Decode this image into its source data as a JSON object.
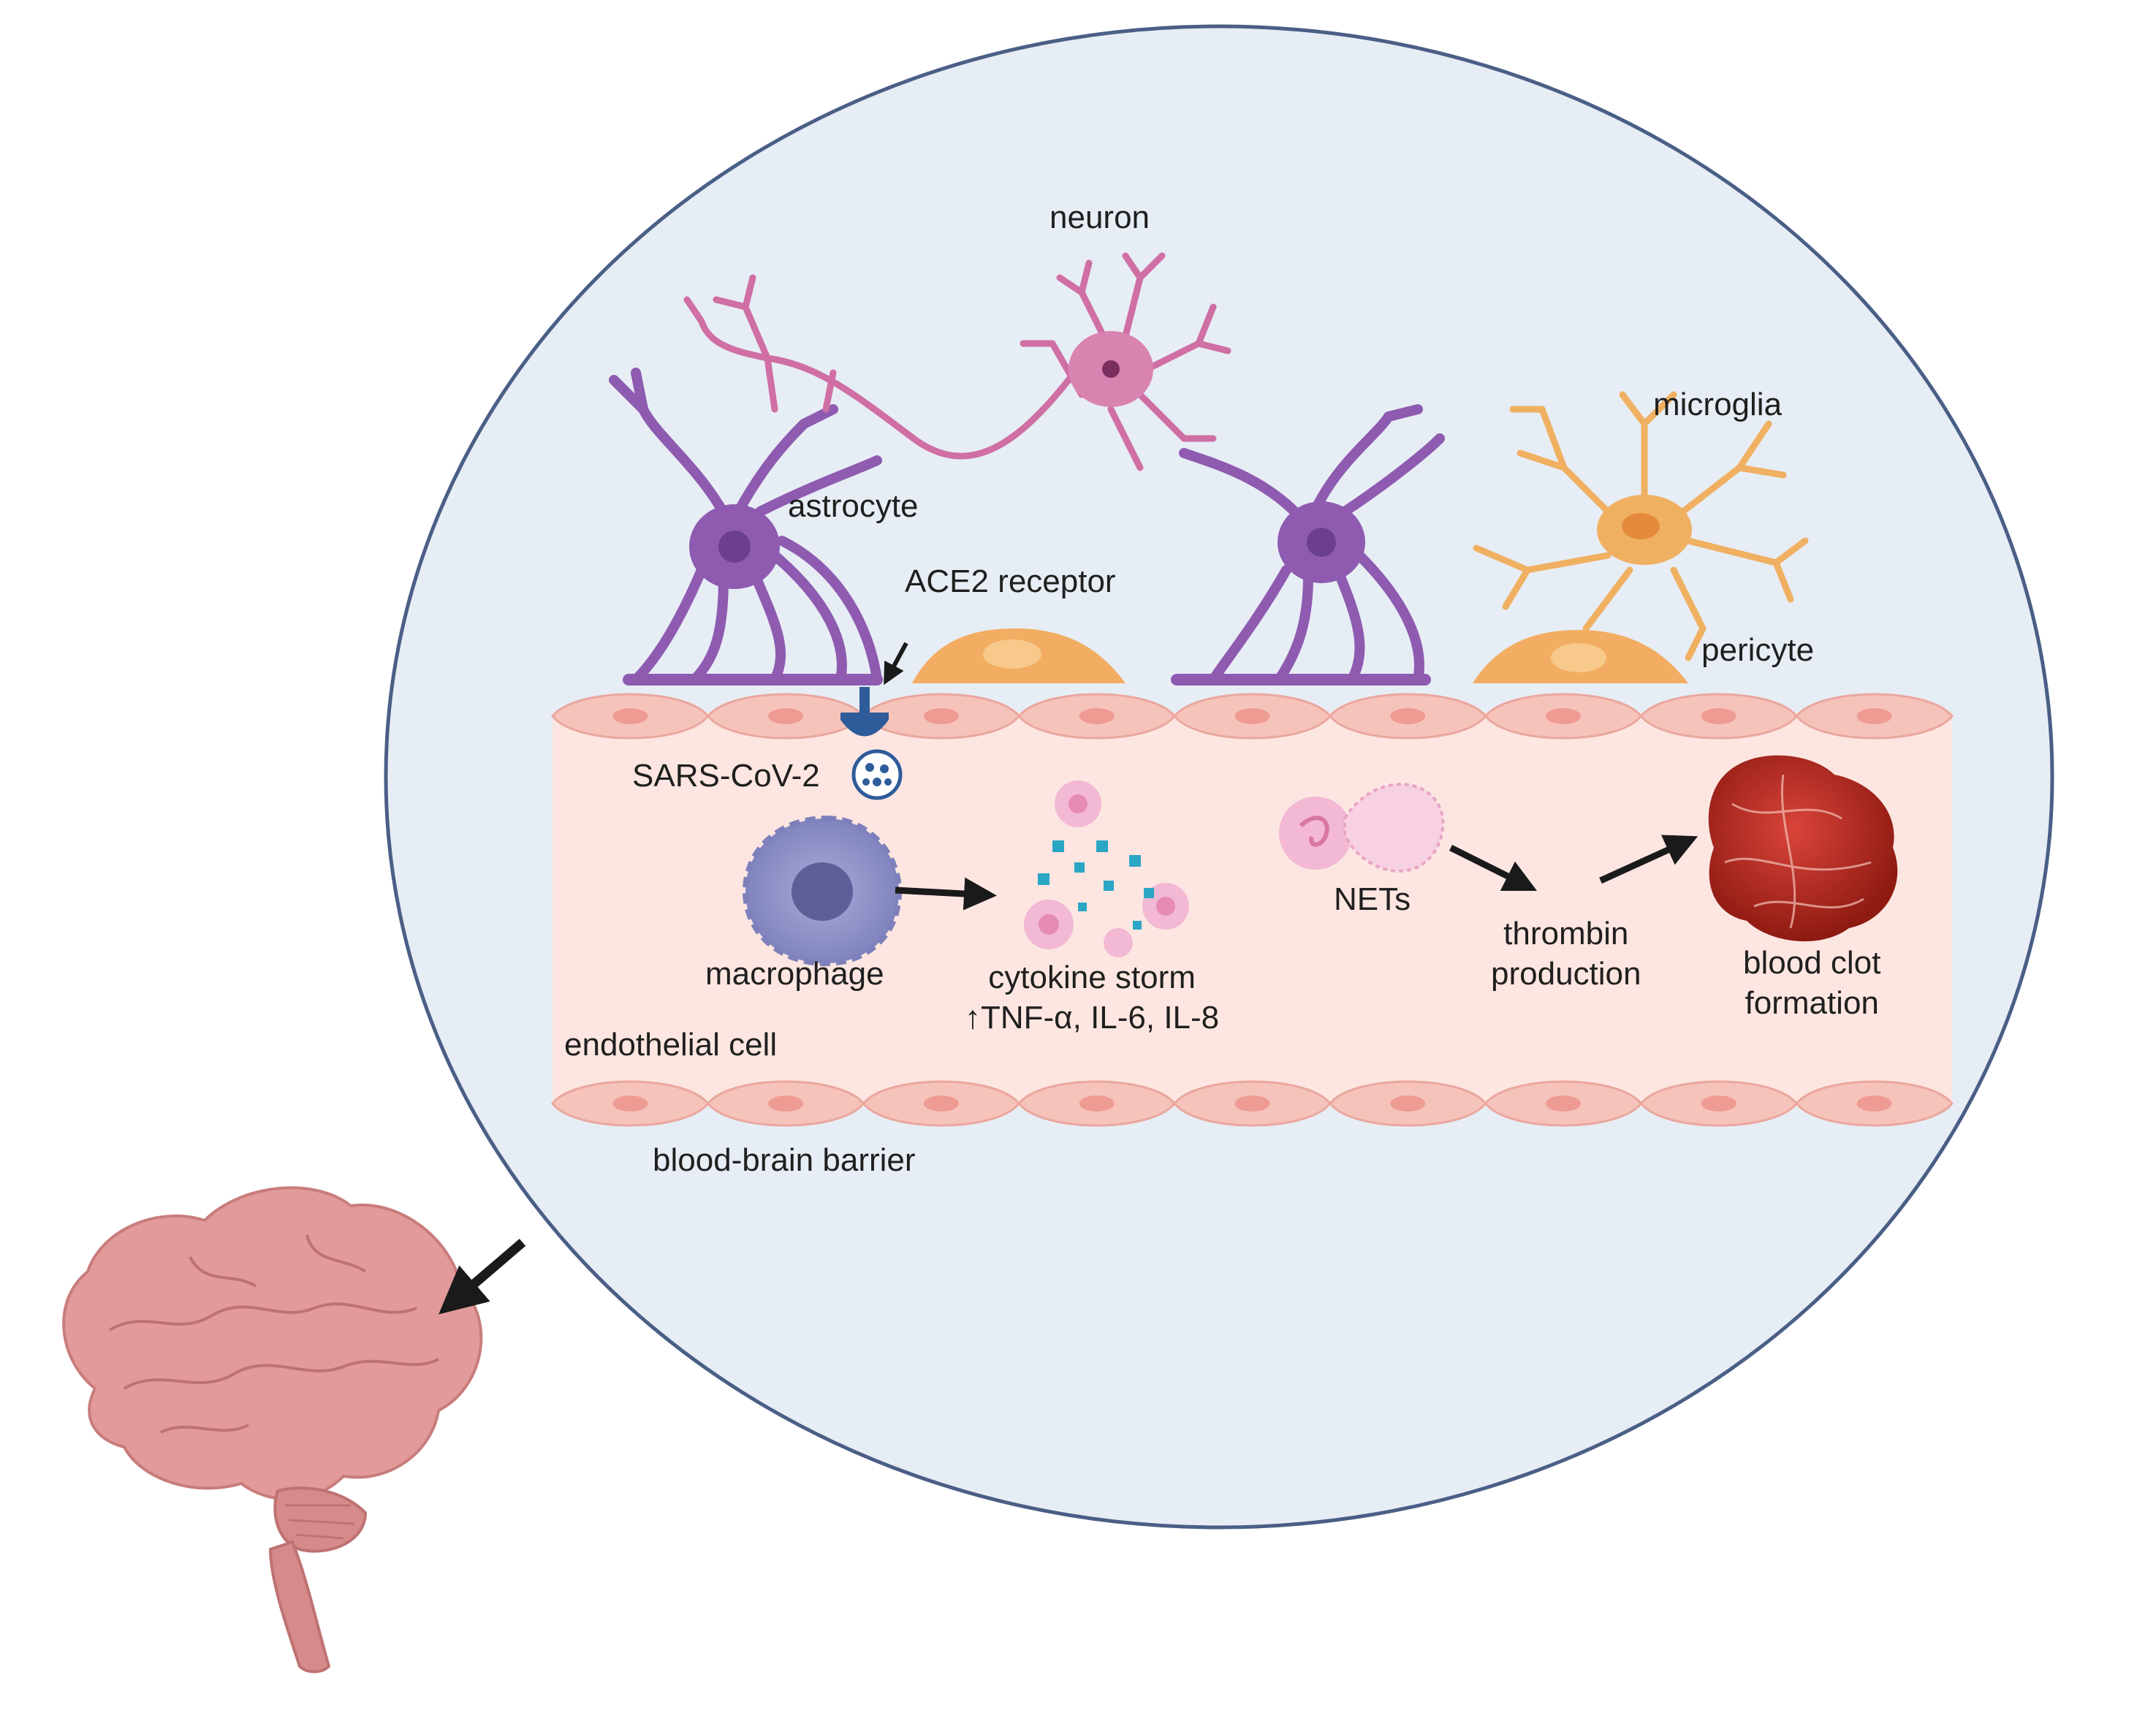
{
  "labels": {
    "neuron": "neuron",
    "astrocyte": "astrocyte",
    "ace2_receptor": "ACE2 receptor",
    "microglia": "microglia",
    "pericyte": "pericyte",
    "sars_cov_2": "SARS-CoV-2",
    "macrophage": "macrophage",
    "cytokine_storm_line1": "cytokine storm",
    "cytokine_storm_line2": "↑TNF-α, IL-6, IL-8",
    "nets": "NETs",
    "thrombin_line1": "thrombin",
    "thrombin_line2": "production",
    "blood_clot_line1": "blood clot",
    "blood_clot_line2": "formation",
    "endothelial_cell": "endothelial cell",
    "blood_brain_barrier": "blood-brain barrier"
  },
  "colors": {
    "bubble_fill": "#e7edf5",
    "bubble_stroke": "#4a5f86",
    "vessel_lumen": "#fde6e1",
    "vessel_wall": "#f6c3bb",
    "endothelial_nucleus": "#ee9b94",
    "astrocyte": "#8e5bb0",
    "neuron": "#cf6fa3",
    "microglia": "#f0b062",
    "pericyte": "#f2ad63",
    "receptor": "#2e5b9a",
    "macrophage": "#8d8fc8",
    "cytokine": "#2ba6c4",
    "blood_clot": "#b72a1e",
    "brain": "#e29a9a",
    "arrow": "#1a1a1a"
  }
}
